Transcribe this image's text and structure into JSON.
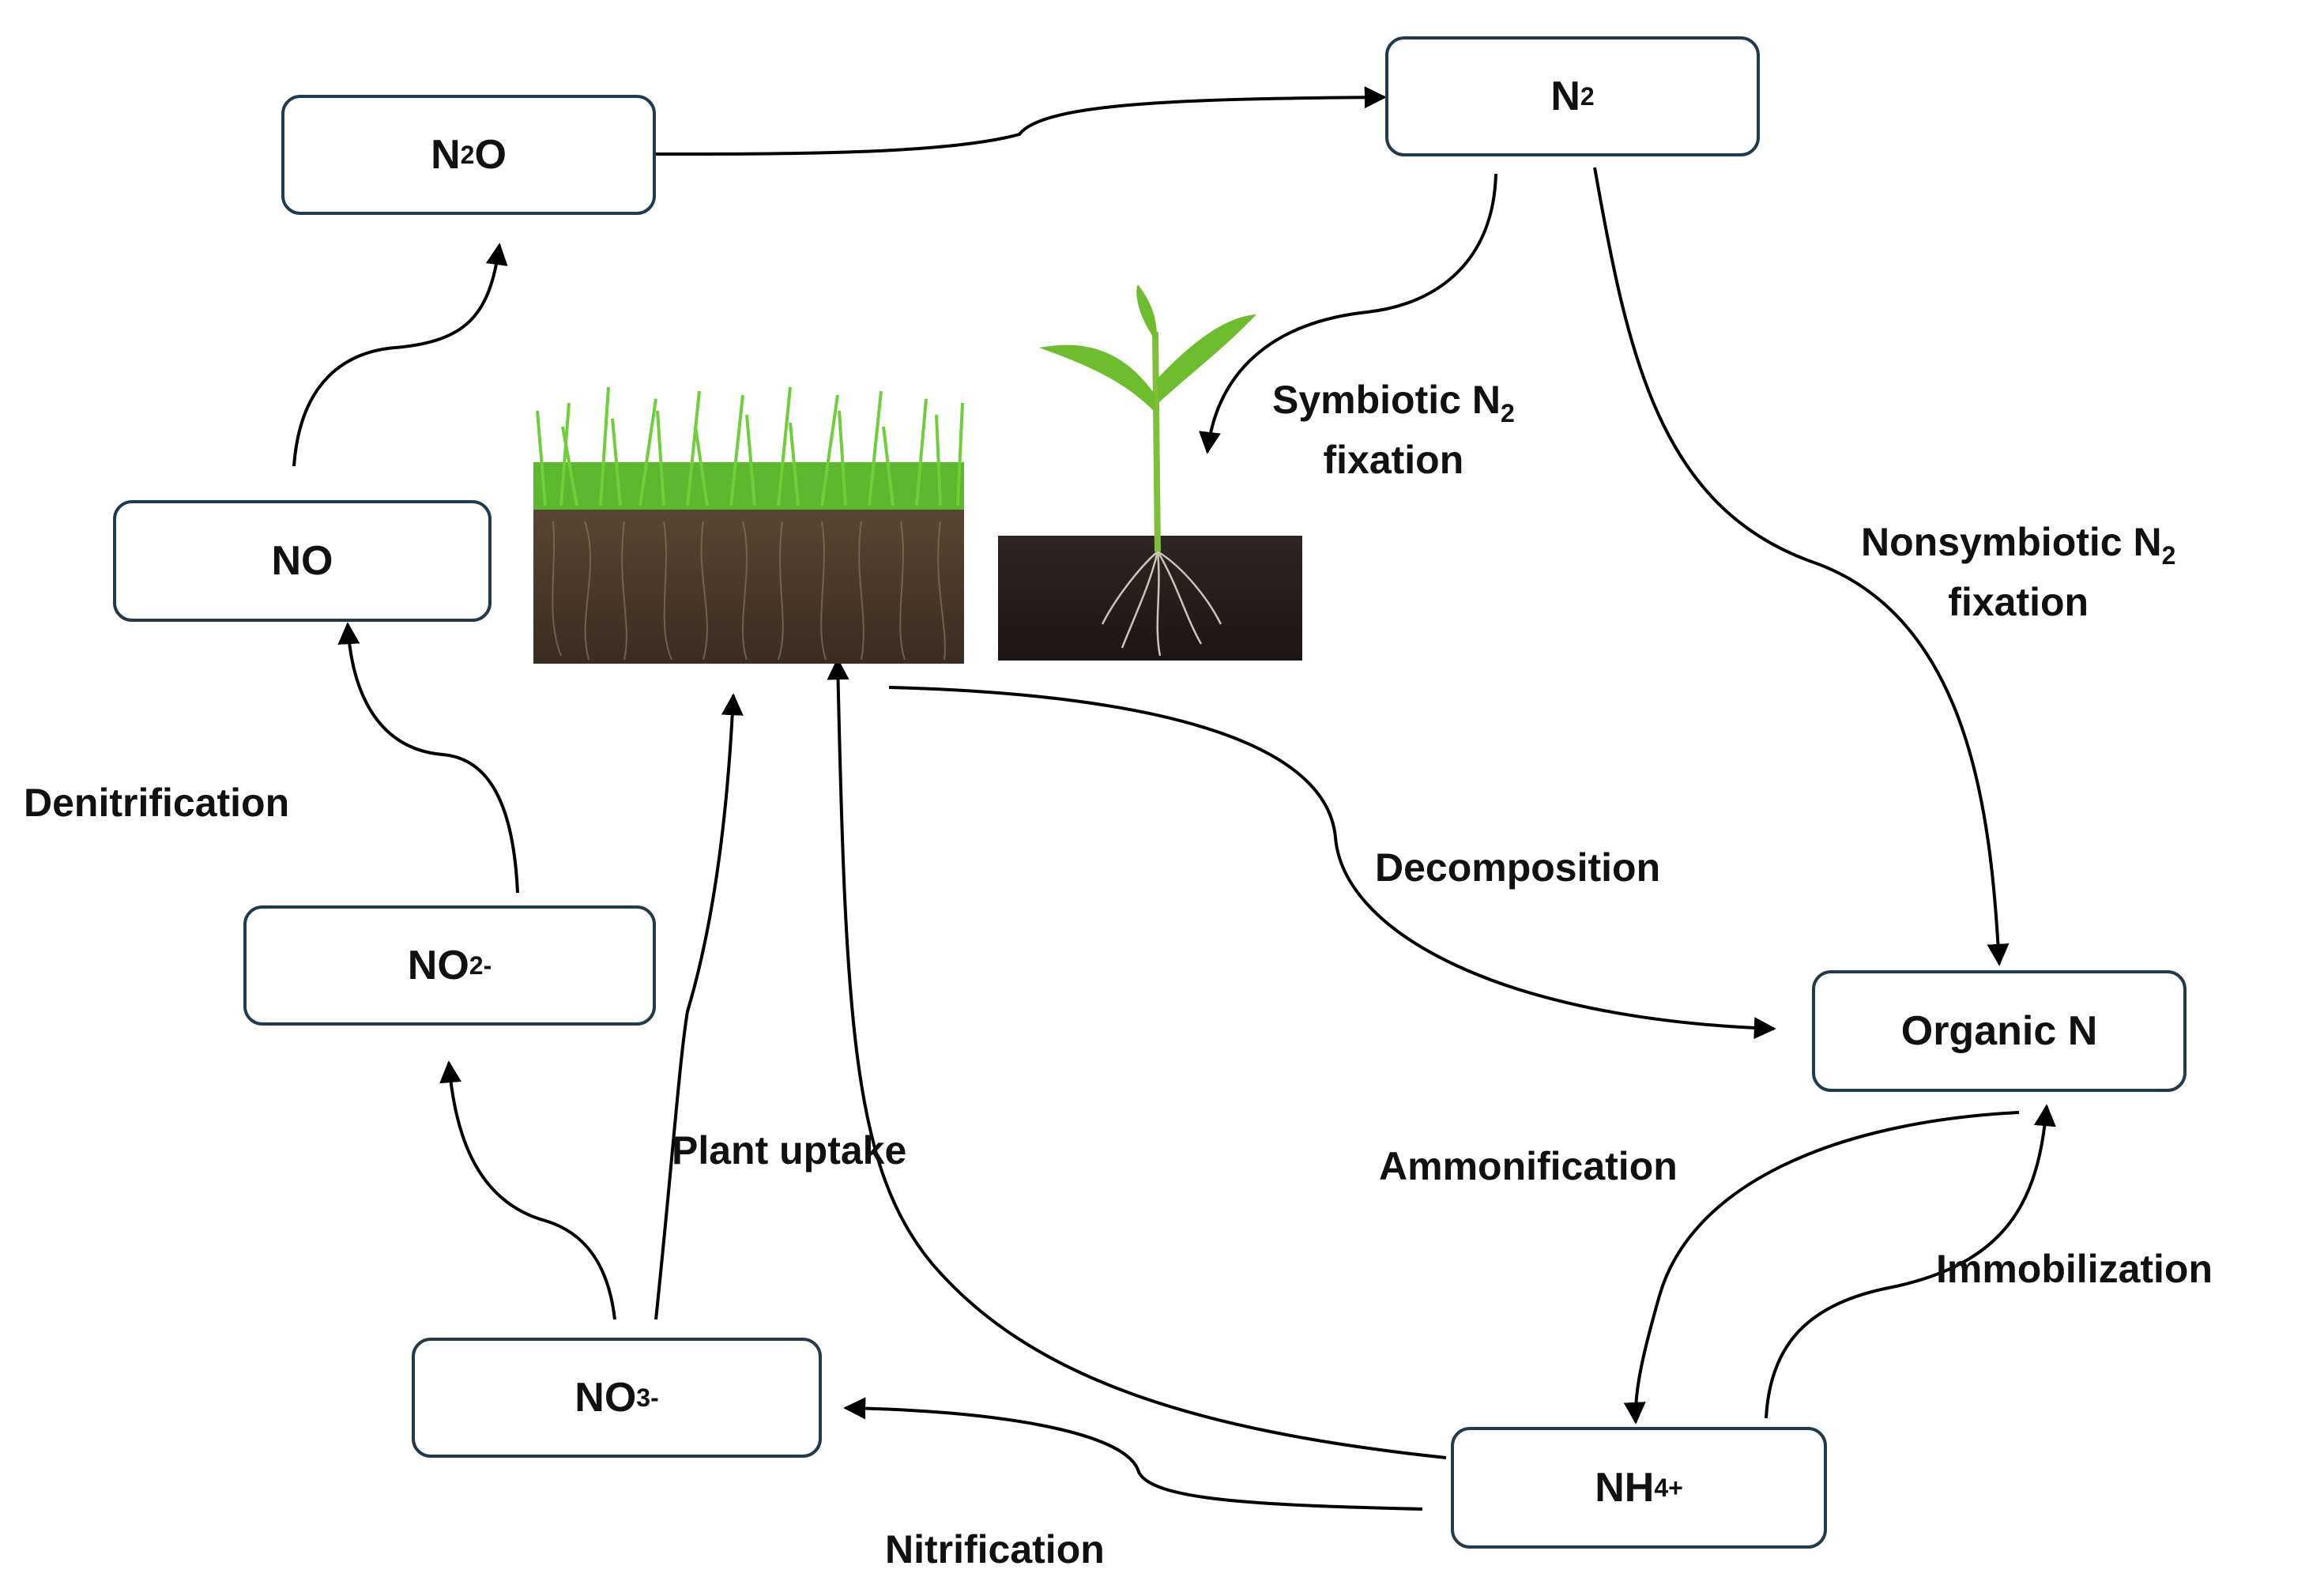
{
  "nodes": {
    "n2o": {
      "base": "N",
      "sub": "2",
      "tail": "O",
      "sup": ""
    },
    "n2": {
      "base": "N",
      "sub": "2",
      "tail": "",
      "sup": ""
    },
    "no": {
      "base": "NO",
      "sub": "",
      "tail": "",
      "sup": ""
    },
    "no2": {
      "base": "NO",
      "sub": "2",
      "tail": "",
      "sup": "-"
    },
    "no3": {
      "base": "NO",
      "sub": "3",
      "tail": "",
      "sup": "-"
    },
    "nh4": {
      "base": "NH",
      "sub": "4",
      "tail": "",
      "sup": "+"
    },
    "organic": {
      "base": "Organic N",
      "sub": "",
      "tail": "",
      "sup": ""
    }
  },
  "labels": {
    "symbiotic_line1": "Symbiotic N",
    "symbiotic_sub": "2",
    "symbiotic_line2": "fixation",
    "nonsymbiotic_line1": "Nonsymbiotic N",
    "nonsymbiotic_sub": "2",
    "nonsymbiotic_line2": "fixation",
    "denitrification": "Denitrification",
    "decomposition": "Decomposition",
    "plant_uptake": "Plant uptake",
    "ammonification": "Ammonification",
    "immobilization": "Immobilization",
    "nitrification": "Nitrification"
  },
  "colors": {
    "box_border": "#1f3b4d",
    "arrow": "#000000",
    "grass": "#5cb82e",
    "soil": "#4a3a2c"
  },
  "images": [
    "grass-soil-cross-section",
    "seedling-with-roots"
  ]
}
